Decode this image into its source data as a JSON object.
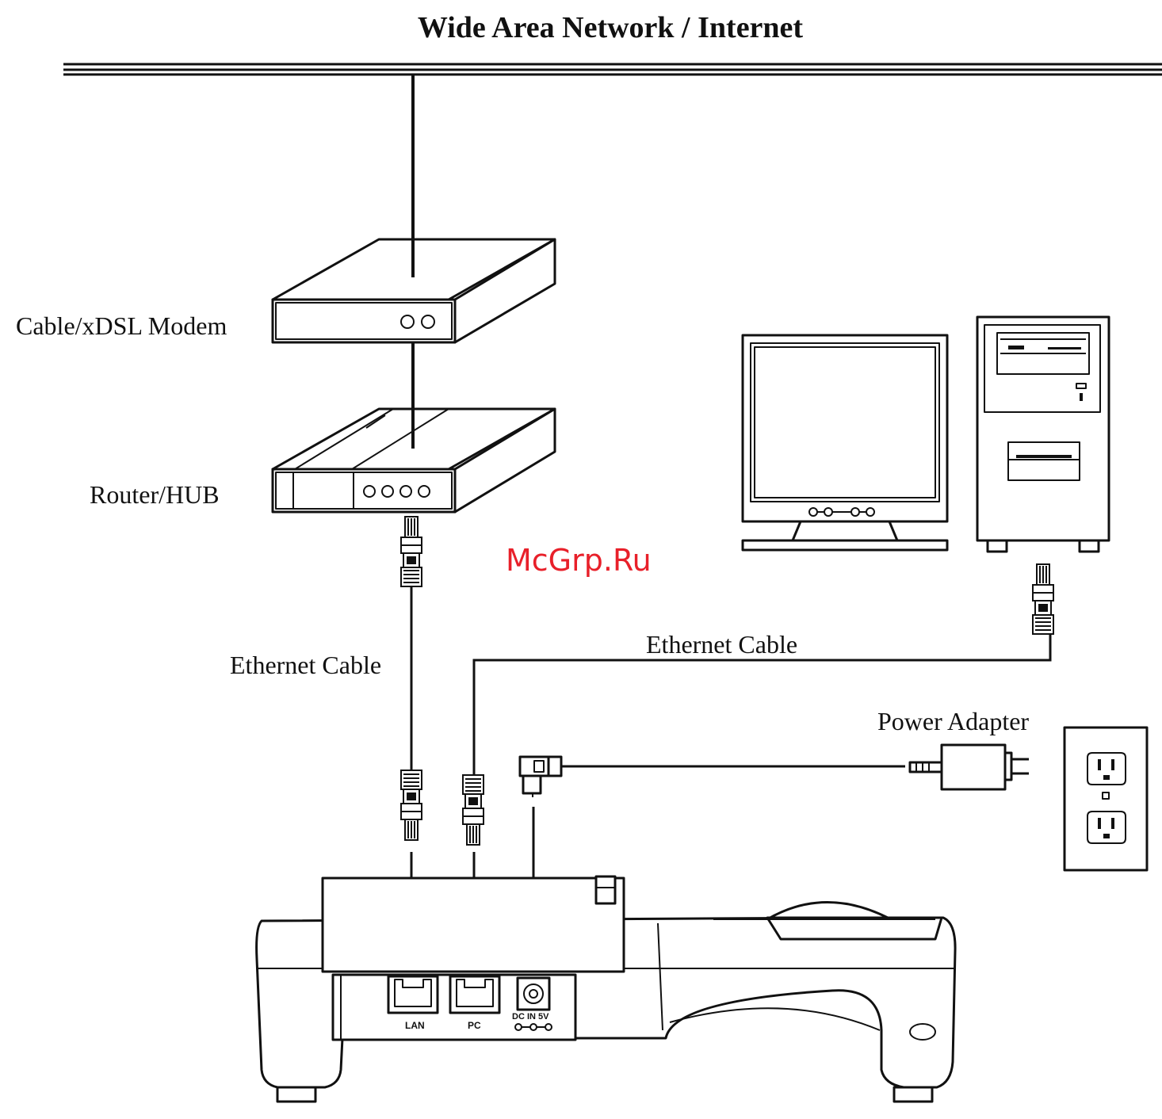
{
  "title": "Wide Area Network / Internet",
  "labels": {
    "modem": "Cable/xDSL Modem",
    "router": "Router/HUB",
    "ethernet_left": "Ethernet Cable",
    "ethernet_right": "Ethernet Cable",
    "power": "Power Adapter"
  },
  "ports": {
    "lan": "LAN",
    "pc": "PC",
    "dc": "DC IN 5V"
  },
  "watermark": "McGrp.Ru",
  "icons": [
    "modem-icon",
    "router-hub-icon",
    "monitor-icon",
    "pc-tower-icon",
    "power-adapter-icon",
    "wall-outlet-icon",
    "ip-phone-icon",
    "rj45-connector-icon"
  ],
  "colors": {
    "line": "#111111",
    "background": "#ffffff",
    "watermark": "#e8202a"
  }
}
